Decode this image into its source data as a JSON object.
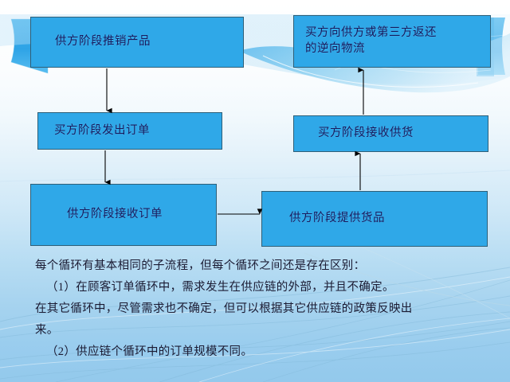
{
  "slide": {
    "title_hidden": "",
    "background": {
      "top_color": "#ffffff",
      "bottom_color": "#93c9ec",
      "ribbon_color": "#2fa8e8",
      "swoosh_color": "#8ec9ec"
    },
    "box_fill": "#2fa8e8",
    "box_border": "#2e5f78",
    "box_text_color": "#161a5e",
    "body_text_color": "#1b1b33"
  },
  "diagram": {
    "boxes": [
      {
        "id": "promote",
        "label": "供方阶段推销产品"
      },
      {
        "id": "reverse",
        "label": "买方向供方或第三方返还\n的逆向物流"
      },
      {
        "id": "issue_order",
        "label": "买方阶段发出订单"
      },
      {
        "id": "receive_supply",
        "label": "买方阶段接收供货"
      },
      {
        "id": "receive_order",
        "label": "供方阶段接收订单"
      },
      {
        "id": "provide_goods",
        "label": "供方阶段提供货品"
      }
    ],
    "connectors": [
      {
        "from": "promote",
        "to": "issue_order",
        "direction": "down"
      },
      {
        "from": "issue_order",
        "to": "receive_order",
        "direction": "down"
      },
      {
        "from": "receive_order",
        "to": "provide_goods",
        "direction": "right"
      },
      {
        "from": "provide_goods",
        "to": "receive_supply",
        "direction": "up"
      },
      {
        "from": "receive_supply",
        "to": "reverse",
        "direction": "up"
      }
    ]
  },
  "body": {
    "line1": "每个循环有基本相同的子流程，但每个循环之间还是存在区别：",
    "line2": "（1）在顾客订单循环中，需求发生在供应链的外部，并且不确定。",
    "line3": "在其它循环中，尽管需求也不确定，但可以根据其它供应链的政策反映出",
    "line4": "来。",
    "line5": "（2）供应链个循环中的订单规模不同。"
  }
}
